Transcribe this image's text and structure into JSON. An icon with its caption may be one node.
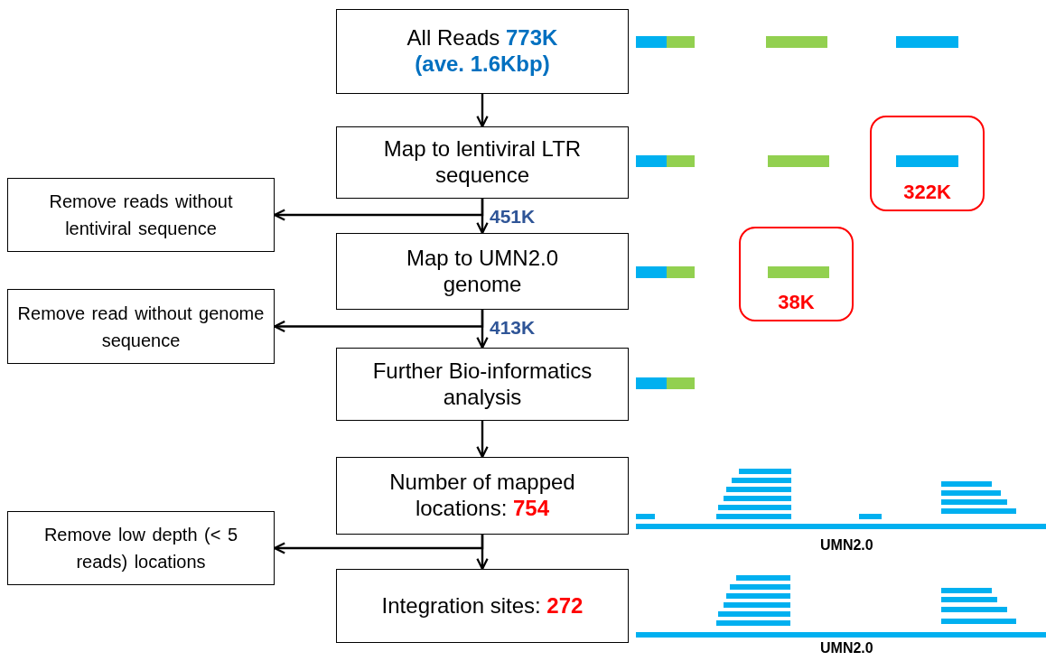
{
  "diagram": {
    "nodes": [
      {
        "text": [
          "All Reads  **773K** **(ave. 1.6Kbp)**"
        ]
      },
      {
        "text": [
          "Map to lentiviral LTR sequence"
        ]
      },
      {
        "text": [
          "Remove reads without lentiviral sequence"
        ]
      },
      {
        "text": [
          "Map to UMN2.0 genome"
        ]
      },
      {
        "text": [
          "Remove read without genome sequence"
        ]
      },
      {
        "text": [
          "Further Bio-informatics analysis"
        ]
      },
      {
        "text": [
          "Number of mapped locations: **754**"
        ]
      },
      {
        "text": [
          "Remove low depth (< 5 reads) locations"
        ]
      },
      {
        "text": [
          "Integration sites: **272**"
        ]
      },
      {
        "text": [
          "322K"
        ]
      },
      {
        "text": [
          "38K"
        ]
      }
    ],
    "edges": [
      {
        "from": 0,
        "to": 1,
        "arrow": "to"
      },
      {
        "from": 1,
        "to": 3,
        "arrow": "to",
        "label": "451K"
      },
      {
        "from": 1,
        "to": 2,
        "arrow": "to"
      },
      {
        "from": 3,
        "to": 5,
        "arrow": "to",
        "label": "413K"
      },
      {
        "from": 3,
        "to": 4,
        "arrow": "to"
      },
      {
        "from": 5,
        "to": 6,
        "arrow": "to"
      },
      {
        "from": 6,
        "to": 8,
        "arrow": "to"
      },
      {
        "from": 6,
        "to": 7,
        "arrow": "to"
      }
    ],
    "labels": [
      "UMN2.0",
      "UMN2.0"
    ]
  }
}
